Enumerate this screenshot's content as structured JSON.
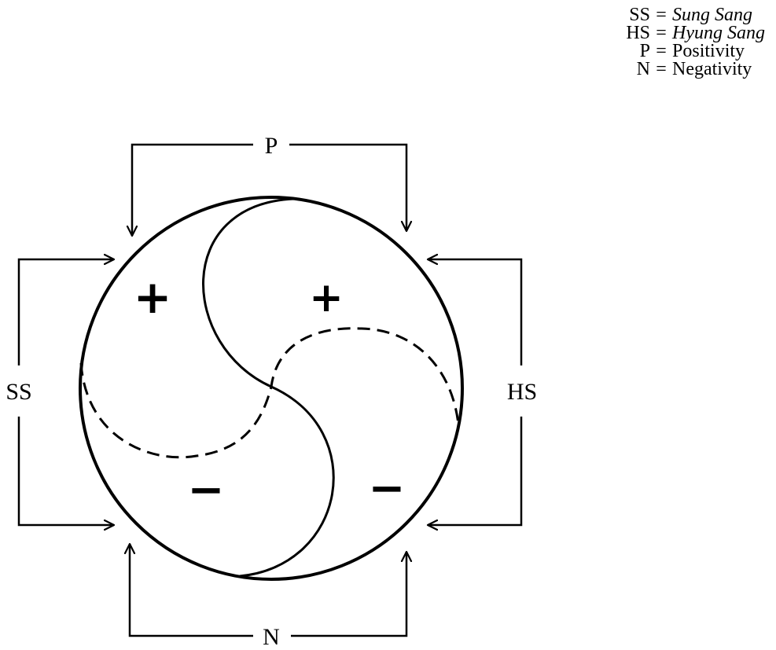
{
  "legend": [
    {
      "abbr": "SS",
      "eq": "=",
      "meaning": "Sung Sang",
      "italic": true
    },
    {
      "abbr": "HS",
      "eq": "=",
      "meaning": "Hyung Sang",
      "italic": true
    },
    {
      "abbr": "P",
      "eq": "=",
      "meaning": "Positivity",
      "italic": false
    },
    {
      "abbr": "N",
      "eq": "=",
      "meaning": "Negativity",
      "italic": false
    }
  ],
  "labels": {
    "top": "P",
    "bottom": "N",
    "left": "SS",
    "right": "HS"
  },
  "signs": {
    "upper_left": "+",
    "upper_right": "+",
    "lower_left": "−",
    "lower_right": "−"
  }
}
